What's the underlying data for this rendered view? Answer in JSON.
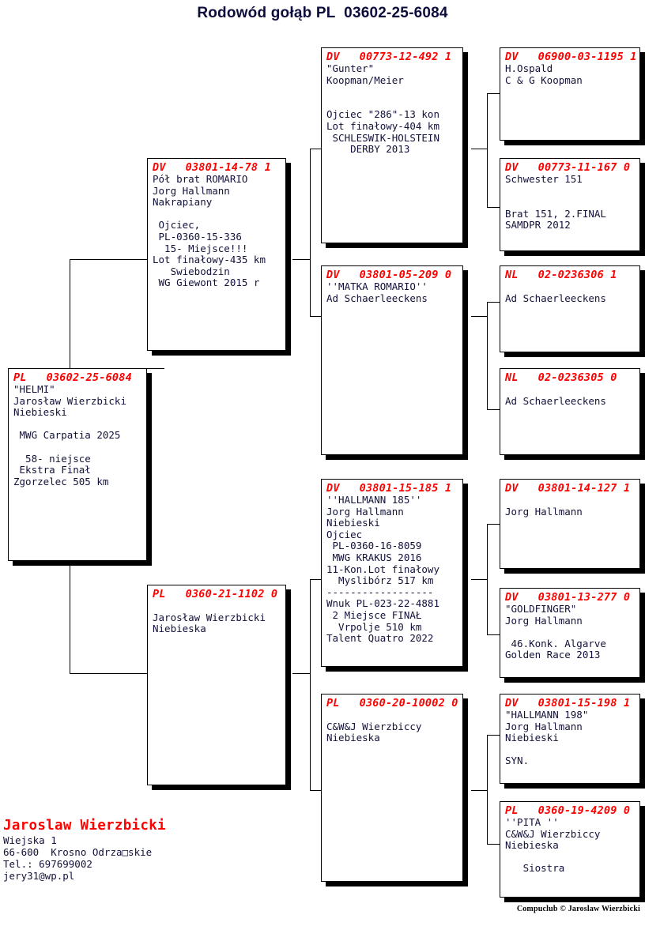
{
  "title": "Rodowód gołąb PL  03602-25-6084",
  "colors": {
    "header_red": "#ff0000",
    "body_text": "#11113a",
    "title": "#0d0d3d",
    "box_border": "#000000",
    "box_shadow": "#000000",
    "page_background": "#ffffff"
  },
  "boxes": {
    "subject": {
      "id": "PL   03602-25-6084",
      "lines": "\"HELMI\"\nJarosław Wierzbicki\nNiebieski\n\n MWG Carpatia 2025\n\n  58- niejsce\n Ekstra Finał\nZgorzelec 505 km"
    },
    "sire": {
      "id": "DV   03801-14-78 1",
      "lines": "Pół brat ROMARIO\nJorg Hallmann\nNakrapiany\n\n Ojciec,\n PL-0360-15-336\n  15- Miejsce!!!\nLot finałowy-435 km\n   Swiebodzin\n WG Giewont 2015 r"
    },
    "dam": {
      "id": "PL   0360-21-1102 0",
      "lines": "\nJarosław Wierzbicki\nNiebieska"
    },
    "sire_sire": {
      "id": "DV   00773-12-492 1",
      "lines": "\"Gunter\"\nKoopman/Meier\n\n\nOjciec \"286\"-13 kon\nLot finałowy-404 km\n SCHLESWIK-HOLSTEIN\n    DERBY 2013"
    },
    "sire_dam": {
      "id": "DV   03801-05-209 0",
      "lines": "''MATKA ROMARIO''\nAd Schaerleeckens"
    },
    "dam_sire": {
      "id": "DV   03801-15-185 1",
      "lines": "''HALLMANN 185''\nJorg Hallmann\nNiebieski\nOjciec\n PL-0360-16-8059\n MWG KRAKUS 2016\n11-Kon.Lot finałowy\n  Myslibórz 517 km\n------------------\nWnuk PL-023-22-4881\n 2 Miejsce FINAŁ\n  Vrpolje 510 km\nTalent Quatro 2022"
    },
    "dam_dam": {
      "id": "PL   0360-20-10002 0",
      "lines": "\nC&W&J Wierzbiccy\nNiebieska"
    },
    "ss_sire": {
      "id": "DV   06900-03-1195 1",
      "lines": "H.Ospald\nC & G Koopman"
    },
    "ss_dam": {
      "id": "DV   00773-11-167 0",
      "lines": "Schwester 151\n\n\nBrat 151, 2.FINAL\nSAMDPR 2012"
    },
    "sd_sire": {
      "id": "NL   02-0236306 1",
      "lines": "\nAd Schaerleeckens"
    },
    "sd_dam": {
      "id": "NL   02-0236305 0",
      "lines": "\nAd Schaerleeckens"
    },
    "ds_sire": {
      "id": "DV   03801-14-127 1",
      "lines": "\nJorg Hallmann"
    },
    "ds_dam": {
      "id": "DV   03801-13-277 0",
      "lines": "\"GOLDFINGER\"\nJorg Hallmann\n\n 46.Konk. Algarve\nGolden Race 2013"
    },
    "dd_sire": {
      "id": "DV   03801-15-198 1",
      "lines": "\"HALLMANN 198\"\nJorg Hallmann\nNiebieski\n\nSYN."
    },
    "dd_dam": {
      "id": "PL   0360-19-4209 0",
      "lines": "''PITA ''\nC&W&J Wierzbiccy\nNiebieska\n\n   Siostra"
    }
  },
  "breeder": {
    "name": "Jaroslaw Wierzbicki",
    "street": "Wiejska 1",
    "city": "66-600  Krosno Odrza□skie",
    "phone": "Tel.: 697699002",
    "email": "jery31@wp.pl"
  },
  "credit": "Compuclub © Jaroslaw Wierzbicki"
}
